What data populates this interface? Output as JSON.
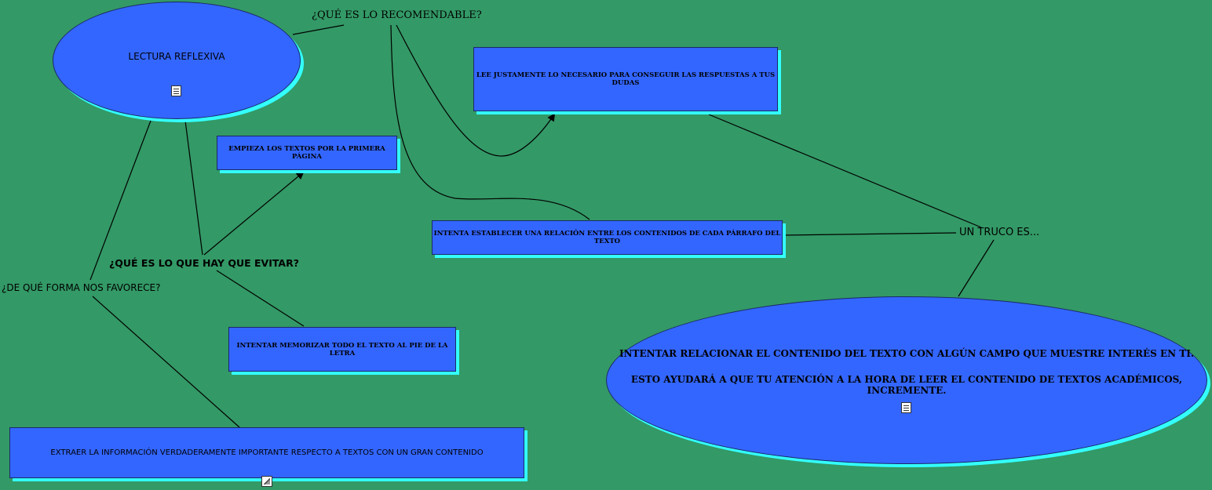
{
  "nodes": {
    "lectura": "LECTURA REFLEXIVA",
    "lee": "LEE JUSTAMENTE LO NECESARIO PARA CONSEGUIR LAS RESPUESTAS A TUS DUDAS",
    "empieza": "EMPIEZA LOS TEXTOS POR LA PRIMERA PÁGINA",
    "intenta_establecer": "INTENTA ESTABLECER UNA RELACIÓN ENTRE LOS CONTENIDOS DE CADA PÁRRAFO DEL TEXTO",
    "memorizar": "INTENTAR MEMORIZAR TODO EL TEXTO AL PIE DE LA LETRA",
    "extraer": "EXTRAER LA INFORMACIÓN VERDADERAMENTE IMPORTANTE RESPECTO A TEXTOS CON UN GRAN CONTENIDO",
    "relacionar_line1": "INTENTAR RELACIONAR EL CONTENIDO DEL TEXTO CON ALGÚN CAMPO QUE MUESTRE INTERÉS EN TI.",
    "relacionar_line2": "ESTO AYUDARÁ A QUE TU ATENCIÓN A LA HORA DE LEER EL CONTENIDO DE TEXTOS ACADÉMICOS, INCREMENTE."
  },
  "labels": {
    "recomendable": "¿QUÉ ES LO RECOMENDABLE?",
    "evitar": "¿QUÉ ES LO QUE HAY QUE EVITAR?",
    "favorece": "¿DE QUÉ FORMA NOS FAVORECE?",
    "truco": "UN TRUCO ES..."
  },
  "icons": {
    "lectura": "document-icon",
    "relacionar": "document-icon",
    "extraer": "image-icon"
  },
  "colors": {
    "background": "#339966",
    "node_fill": "#3366ff",
    "node_shadow": "#33ffff"
  }
}
